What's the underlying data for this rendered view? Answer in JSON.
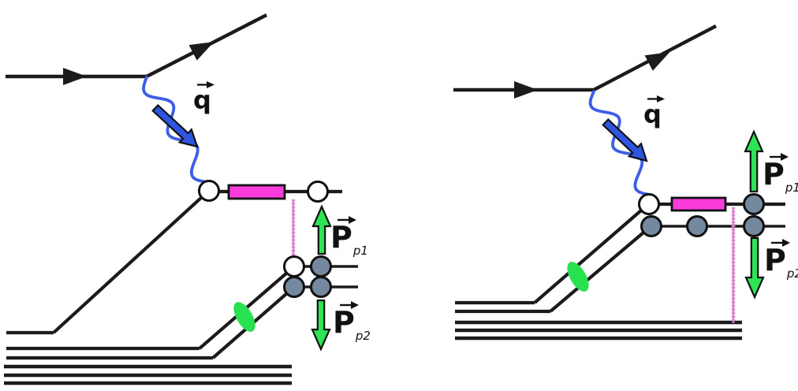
{
  "figure": {
    "type": "physics-feynman-style-diagram",
    "description": "Two side-by-side diagrams of electron scattering off a nucleus: virtual photon exchange with momentum transfer q, hard interaction box, nucleon pair rescattering blob, and recoil momenta P_p1 (up) and P_p2 (down)"
  },
  "palette": {
    "line_black": "#1b1b1b",
    "photon_blue": "#3d5de8",
    "arrow_blue": "#2e55e0",
    "magenta": "#fa3cdc",
    "pink_line": "#ef6fd8",
    "green": "#27e14f",
    "green_arrow": "#2ee455",
    "nucleon_gray": "#74889e",
    "white": "#ffffff"
  },
  "diagrams": {
    "left": {
      "name": "diagram-a-rescattering-on-spectator-pair",
      "q_label": "q",
      "p1": {
        "main": "P",
        "sub": "p1"
      },
      "p2": {
        "main": "P",
        "sub": "p2"
      }
    },
    "right": {
      "name": "diagram-b-rescattering-on-struck-pair",
      "q_label": "q",
      "p1": {
        "main": "P",
        "sub": "p1"
      },
      "p2": {
        "main": "P",
        "sub": "p2"
      }
    }
  }
}
